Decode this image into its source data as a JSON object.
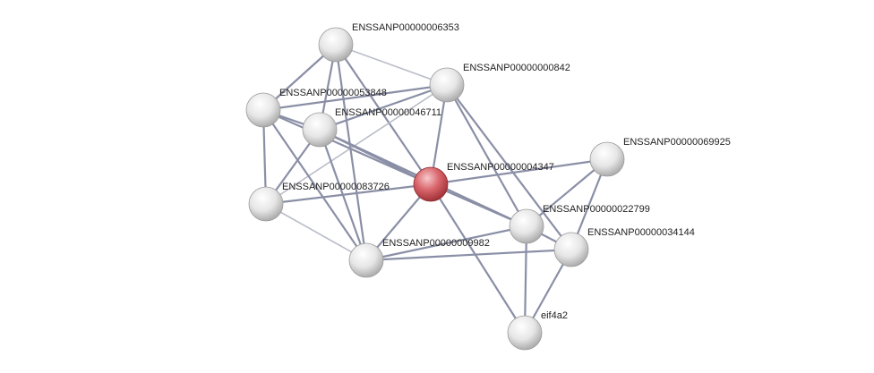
{
  "network": {
    "nodes": [
      {
        "id": "ENSSANP00000006353",
        "label": "ENSSANP00000006353",
        "query": false
      },
      {
        "id": "ENSSANP00000000842",
        "label": "ENSSANP00000000842",
        "query": false
      },
      {
        "id": "ENSSANP00000053848",
        "label": "ENSSANP00000053848",
        "query": false
      },
      {
        "id": "ENSSANP00000046711",
        "label": "ENSSANP00000046711",
        "query": false
      },
      {
        "id": "ENSSANP00000069925",
        "label": "ENSSANP00000069925",
        "query": false
      },
      {
        "id": "ENSSANP00000004347",
        "label": "ENSSANP00000004347",
        "query": true
      },
      {
        "id": "ENSSANP00000083726",
        "label": "ENSSANP00000083726",
        "query": false
      },
      {
        "id": "ENSSANP00000022799",
        "label": "ENSSANP00000022799",
        "query": false
      },
      {
        "id": "ENSSANP00000034144",
        "label": "ENSSANP00000034144",
        "query": false
      },
      {
        "id": "ENSSANP00000009982",
        "label": "ENSSANP00000009982",
        "query": false
      },
      {
        "id": "eif4a2",
        "label": "eif4a2",
        "query": false
      }
    ],
    "edges": [
      [
        "ENSSANP00000006353",
        "ENSSANP00000000842"
      ],
      [
        "ENSSANP00000006353",
        "ENSSANP00000053848"
      ],
      [
        "ENSSANP00000006353",
        "ENSSANP00000046711"
      ],
      [
        "ENSSANP00000006353",
        "ENSSANP00000004347"
      ],
      [
        "ENSSANP00000006353",
        "ENSSANP00000009982"
      ],
      [
        "ENSSANP00000000842",
        "ENSSANP00000053848"
      ],
      [
        "ENSSANP00000000842",
        "ENSSANP00000046711"
      ],
      [
        "ENSSANP00000000842",
        "ENSSANP00000004347"
      ],
      [
        "ENSSANP00000000842",
        "ENSSANP00000022799"
      ],
      [
        "ENSSANP00000000842",
        "ENSSANP00000034144"
      ],
      [
        "ENSSANP00000000842",
        "ENSSANP00000083726"
      ],
      [
        "ENSSANP00000053848",
        "ENSSANP00000046711"
      ],
      [
        "ENSSANP00000053848",
        "ENSSANP00000004347"
      ],
      [
        "ENSSANP00000053848",
        "ENSSANP00000083726"
      ],
      [
        "ENSSANP00000053848",
        "ENSSANP00000009982"
      ],
      [
        "ENSSANP00000046711",
        "ENSSANP00000004347"
      ],
      [
        "ENSSANP00000046711",
        "ENSSANP00000022799"
      ],
      [
        "ENSSANP00000046711",
        "ENSSANP00000083726"
      ],
      [
        "ENSSANP00000046711",
        "ENSSANP00000009982"
      ],
      [
        "ENSSANP00000004347",
        "ENSSANP00000069925"
      ],
      [
        "ENSSANP00000004347",
        "ENSSANP00000083726"
      ],
      [
        "ENSSANP00000004347",
        "ENSSANP00000022799"
      ],
      [
        "ENSSANP00000004347",
        "ENSSANP00000009982"
      ],
      [
        "ENSSANP00000004347",
        "eif4a2"
      ],
      [
        "ENSSANP00000069925",
        "ENSSANP00000022799"
      ],
      [
        "ENSSANP00000069925",
        "ENSSANP00000034144"
      ],
      [
        "ENSSANP00000083726",
        "ENSSANP00000009982"
      ],
      [
        "ENSSANP00000022799",
        "ENSSANP00000034144"
      ],
      [
        "ENSSANP00000022799",
        "ENSSANP00000009982"
      ],
      [
        "ENSSANP00000022799",
        "eif4a2"
      ],
      [
        "ENSSANP00000034144",
        "ENSSANP00000009982"
      ],
      [
        "ENSSANP00000034144",
        "eif4a2"
      ]
    ]
  },
  "colors": {
    "edge": "#8a8fa6",
    "edge_light": "#b9bcc8",
    "node": "#e4e4e4",
    "query_node": "#cf5a60",
    "background": "#ffffff"
  }
}
